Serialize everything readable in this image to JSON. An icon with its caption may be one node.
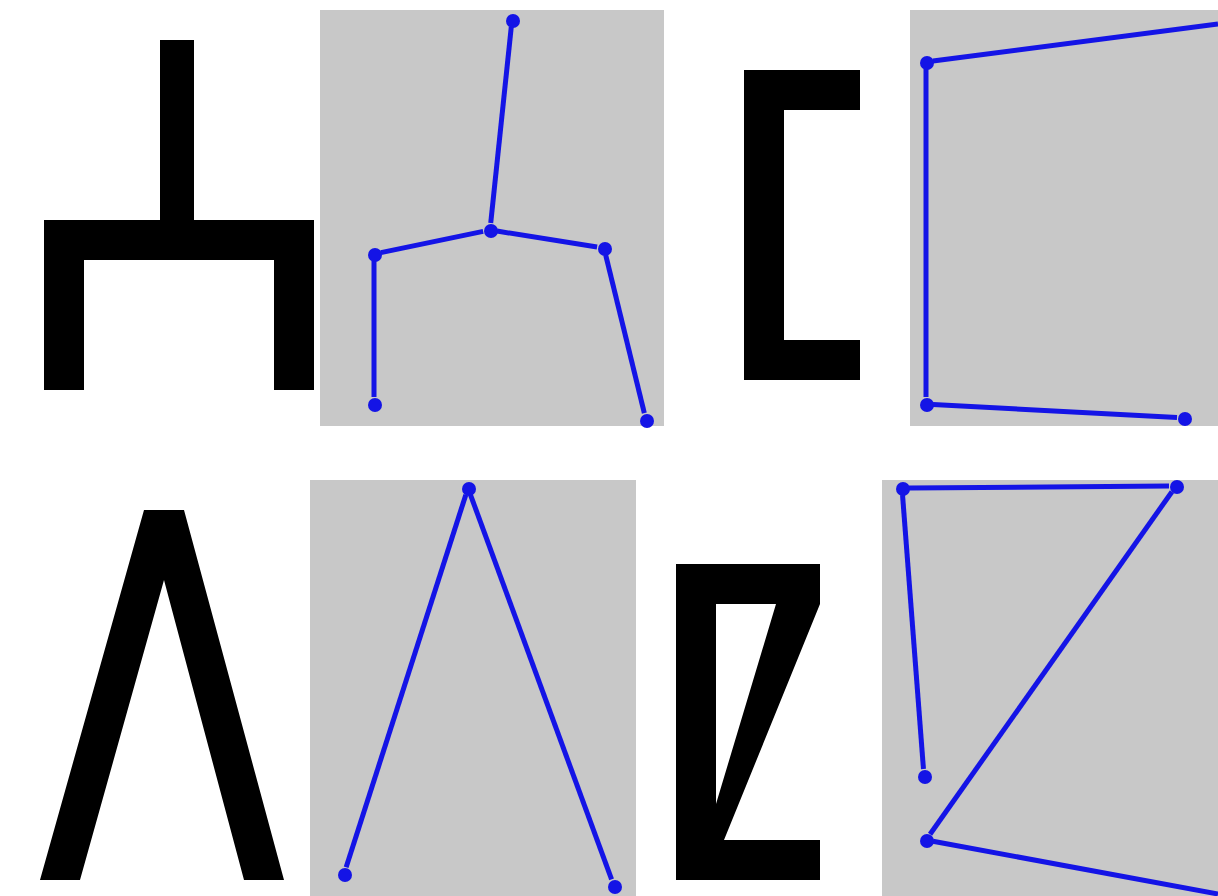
{
  "diagram": {
    "nodes": [
      {
        "text": [],
        "shape": "circle"
      },
      {
        "text": [],
        "shape": "circle"
      },
      {
        "text": [],
        "shape": "circle"
      },
      {
        "text": [],
        "shape": "circle"
      },
      {
        "text": [],
        "shape": "circle"
      },
      {
        "text": [],
        "shape": "circle"
      },
      {
        "text": [],
        "shape": "circle"
      },
      {
        "text": [],
        "shape": "circle"
      },
      {
        "text": [],
        "shape": "circle"
      },
      {
        "text": [],
        "shape": "circle"
      },
      {
        "text": [],
        "shape": "circle"
      },
      {
        "text": [],
        "shape": "circle"
      },
      {
        "text": [],
        "shape": "circle"
      },
      {
        "text": [],
        "shape": "circle"
      },
      {
        "text": [],
        "shape": "circle"
      },
      {
        "text": [],
        "shape": "circle"
      }
    ],
    "edges": [
      {
        "from": 0,
        "to": 1,
        "arrow": "none"
      },
      {
        "from": 1,
        "to": 2,
        "arrow": "none"
      },
      {
        "from": 1,
        "to": 3,
        "arrow": "none"
      },
      {
        "from": 2,
        "to": 4,
        "arrow": "none"
      },
      {
        "from": 3,
        "to": 5,
        "arrow": "none"
      },
      {
        "from": 6,
        "to": null,
        "arrow": "none"
      },
      {
        "from": 6,
        "to": 7,
        "arrow": "none"
      },
      {
        "from": 7,
        "to": 8,
        "arrow": "none"
      },
      {
        "from": 9,
        "to": 10,
        "arrow": "none"
      },
      {
        "from": 9,
        "to": 11,
        "arrow": "none"
      },
      {
        "from": 12,
        "to": 13,
        "arrow": "none"
      },
      {
        "from": 12,
        "to": 14,
        "arrow": "none"
      },
      {
        "from": 13,
        "to": 15,
        "arrow": "none"
      },
      {
        "from": 15,
        "to": null,
        "arrow": "none"
      }
    ]
  }
}
